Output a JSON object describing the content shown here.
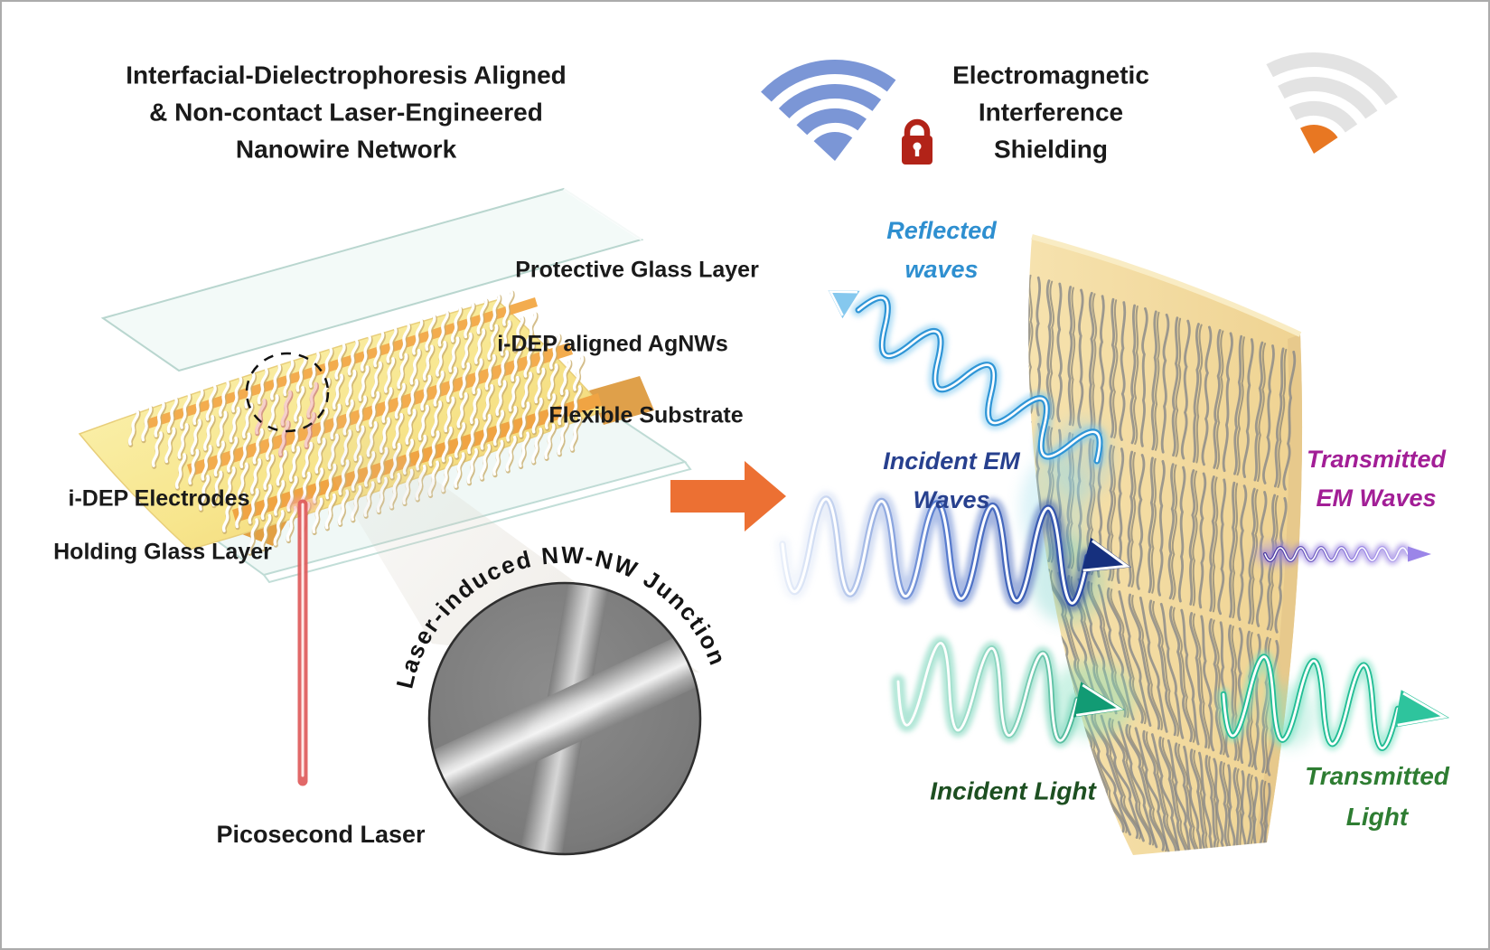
{
  "left_panel": {
    "title": "Interfacial-Dielectrophoresis Aligned\n& Non-contact Laser-Engineered\nNanowire Network",
    "labels": {
      "protective_glass": "Protective Glass Layer",
      "aligned_agnws": "i-DEP aligned AgNWs",
      "flexible_substrate": "Flexible Substrate",
      "idep_electrodes": "i-DEP Electrodes",
      "holding_glass": "Holding Glass Layer",
      "picosecond_laser": "Picosecond Laser",
      "junction_caption": "Laser-induced NW-NW Junction"
    },
    "icons": {
      "laser_beam": "laser-beam",
      "sem_inset": "sem-junction-photo",
      "highlight_region": "dashed-highlight-circle"
    }
  },
  "transition": {
    "arrow_icon": "right-arrow",
    "arrow_color": "#EC7033"
  },
  "right_panel": {
    "title": "Electromagnetic\nInterference\nShielding",
    "icons": {
      "wifi_secured": "wifi-with-lock",
      "lock": "padlock",
      "wifi_attenuated": "wifi-weak-signal"
    },
    "labels": {
      "reflected_waves": "Reflected\nwaves",
      "incident_em_waves": "Incident EM\nWaves",
      "transmitted_em_waves": "Transmitted\nEM Waves",
      "incident_light": "Incident Light",
      "transmitted_light": "Transmitted\nLight"
    }
  },
  "colors": {
    "reflected_blue": "#2E8FD0",
    "incident_em_blue": "#27408E",
    "transmitted_magenta": "#A21E96",
    "incident_light_green": "#1D4F21",
    "transmitted_light_green": "#2E7D32",
    "wifi_blue": "#7B96D6",
    "wifi_gray": "#E3E3E3",
    "wifi_orange_wedge": "#E87722",
    "lock_red": "#B22318",
    "arrow_orange": "#EC7033",
    "substrate_yellow": "#F7E896",
    "electrode_orange": "#F3AC4E",
    "membrane_wheat": "#F4DCA4",
    "nanowire_gray": "#898989",
    "laser_red": "#DE5B5B"
  }
}
